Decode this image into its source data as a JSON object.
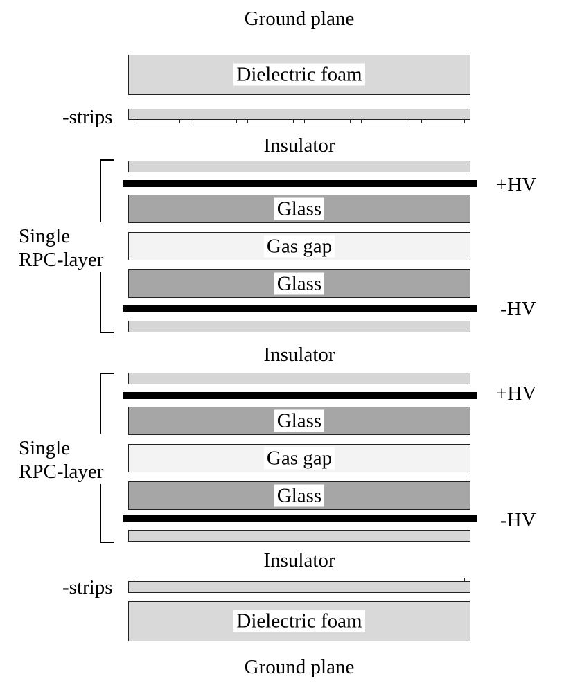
{
  "top": {
    "ground_label": "Ground plane",
    "foam_label": "Dielectric foam",
    "strips_label": "-strips",
    "insulator_label": "Insulator"
  },
  "layer1": {
    "side_label_line1": "Single",
    "side_label_line2": "RPC-layer",
    "hv_plus": "+HV",
    "glass_top": "Glass",
    "gas_gap": "Gas gap",
    "glass_bottom": "Glass",
    "hv_minus": "-HV"
  },
  "middle": {
    "insulator_label": "Insulator"
  },
  "layer2": {
    "side_label_line1": "Single",
    "side_label_line2": "RPC-layer",
    "hv_plus": "+HV",
    "glass_top": "Glass",
    "gas_gap": "Gas gap",
    "glass_bottom": "Glass",
    "hv_minus": "-HV"
  },
  "bottom": {
    "insulator_label": "Insulator",
    "strips_label": "-strips",
    "foam_label": "Dielectric foam",
    "ground_label": "Ground plane"
  }
}
